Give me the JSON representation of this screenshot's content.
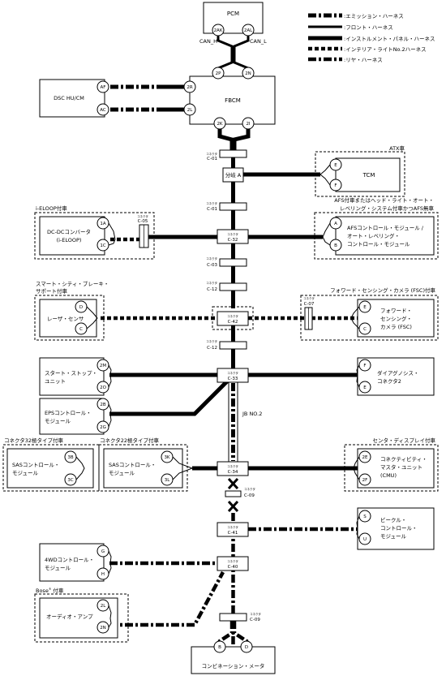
{
  "legend": [
    {
      "label": ":エミッション・ハーネス",
      "style": "emission"
    },
    {
      "label": ":フロント・ハーネス",
      "style": "front"
    },
    {
      "label": ":インストルメント・パネル・ハーネス",
      "style": "instrument"
    },
    {
      "label": ":インテリア・ライトNo.2ハーネス",
      "style": "interior"
    },
    {
      "label": ":リヤ・ハーネス",
      "style": "rear"
    }
  ],
  "modules": {
    "pcm": {
      "title": "PCM",
      "pins": [
        "2AK",
        "2AL"
      ],
      "can_h": "CAN_H",
      "can_l": "CAN_L"
    },
    "dsc": {
      "title": "DSC HU/CM",
      "pins": [
        "AF",
        "AC"
      ]
    },
    "fbcm": {
      "title": "FBCM",
      "pins_top": [
        "2P",
        "2N"
      ],
      "pins_left": [
        "2R",
        "2L"
      ],
      "pins_bottom": [
        "2K",
        "2I"
      ]
    },
    "tcm": {
      "title": "TCM",
      "group": "ATX車",
      "pins": [
        "E",
        "F"
      ]
    },
    "dcdc": {
      "title1": "DC-DCコンバータ",
      "title2": "(i-ELOOP)",
      "group": "i-ELOOP付車",
      "pins": [
        "1A",
        "1C"
      ]
    },
    "afs": {
      "line1": "AFSコントロール・モジュール /",
      "line2": "オート・レベリング・",
      "line3": "コントロール・モジュール",
      "group1": "AFS付車またはヘッド・ライト・オート・",
      "group2": "レベリング・システム付車かつAFS無車",
      "pins": [
        "A",
        "B"
      ]
    },
    "laser": {
      "title": "レーザ・センサ",
      "group1": "スマート・シティ・ブレーキ・",
      "group2": "サポート付車",
      "pins": [
        "D",
        "C"
      ]
    },
    "fsc": {
      "line1": "フォワード・",
      "line2": "センシング・",
      "line3": "カメラ (FSC)",
      "group": "フォワード・センシング・カメラ (FSC)付車",
      "pins": [
        "E",
        "C"
      ]
    },
    "startstop": {
      "line1": "スタート・ストップ・",
      "line2": "ユニット",
      "pins": [
        "2M",
        "2O"
      ]
    },
    "diag": {
      "line1": "ダイアグノシス・",
      "line2": "コネクタ2",
      "pins": [
        "F",
        "E"
      ]
    },
    "eps": {
      "line1": "EPSコントロール・",
      "line2": "モジュール",
      "pins": [
        "2B",
        "2G"
      ]
    },
    "sas32": {
      "line1": "SASコントロール・",
      "line2": "モジュール",
      "group": "コネクタ32極タイプ付車",
      "pins": [
        "3B",
        "3C"
      ]
    },
    "sas22": {
      "line1": "SASコントロール・",
      "line2": "モジュール",
      "group": "コネクタ22極タイプ付車",
      "pins": [
        "3K",
        "3L"
      ]
    },
    "cmu": {
      "line1": "コネクティビティ・",
      "line2": "マスタ・ユニット",
      "line3": "(CMU)",
      "group": "センタ・ディスプレイ付車",
      "pins": [
        "2E",
        "2F"
      ]
    },
    "vehicle": {
      "line1": "ビークル・",
      "line2": "コントロール・",
      "line3": "モジュール",
      "pins": [
        "S",
        "U"
      ]
    },
    "fourwd": {
      "line1": "4WDコントロール・",
      "line2": "モジュール",
      "pins": [
        "G",
        "H"
      ]
    },
    "audio": {
      "title": "オーディオ・アンプ",
      "group_pre": "Bose",
      "group_post": " 付車",
      "pins": [
        "2L",
        "2N"
      ]
    },
    "meter": {
      "title": "コンビネーション・メータ",
      "pins": [
        "B",
        "D"
      ]
    }
  },
  "connectors": {
    "small": "コネクタ",
    "c01a": "C-01",
    "c01b": "C-01",
    "c05": "C-05",
    "c32": "C-32",
    "c03": "C-03",
    "c12a": "C-12",
    "c07": "C-07",
    "c42": "C-42",
    "c12b": "C-12",
    "c33": "C-33",
    "c34": "C-34",
    "c09a": "C-09",
    "c41": "C-41",
    "c40": "C-40",
    "c09b": "C-09"
  },
  "junction": "分岐 A",
  "jb": "JB NO.2"
}
